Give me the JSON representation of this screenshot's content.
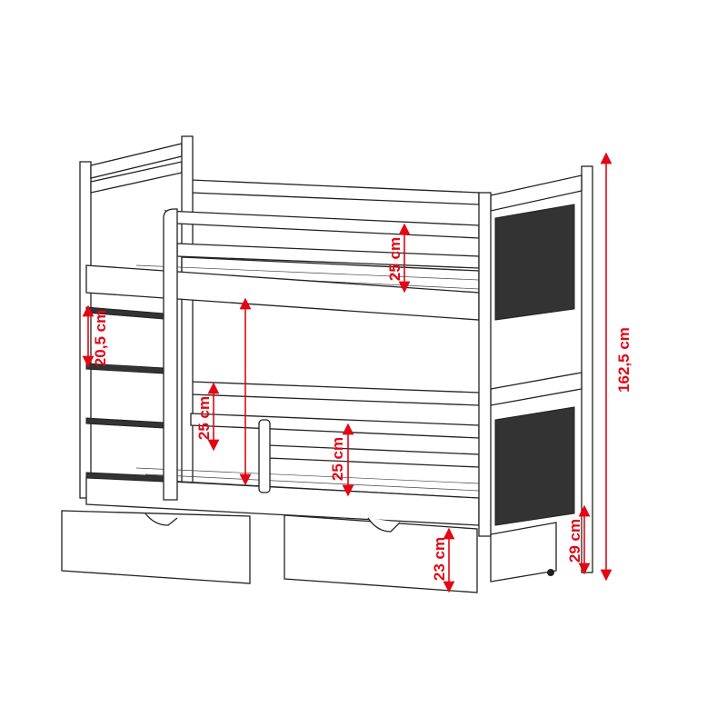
{
  "colors": {
    "dimension": "#e30613",
    "lines": "#222222",
    "panel": "#333333"
  },
  "dimensions": {
    "upper_guard_height": "25 cm",
    "ladder_rung_spacing": "20,5 cm",
    "lower_left_guard_height": "25 cm",
    "lower_guard_height": "25 cm",
    "drawer_height": "23 cm",
    "floor_clearance": "29 cm",
    "total_height": "162,5 cm"
  }
}
